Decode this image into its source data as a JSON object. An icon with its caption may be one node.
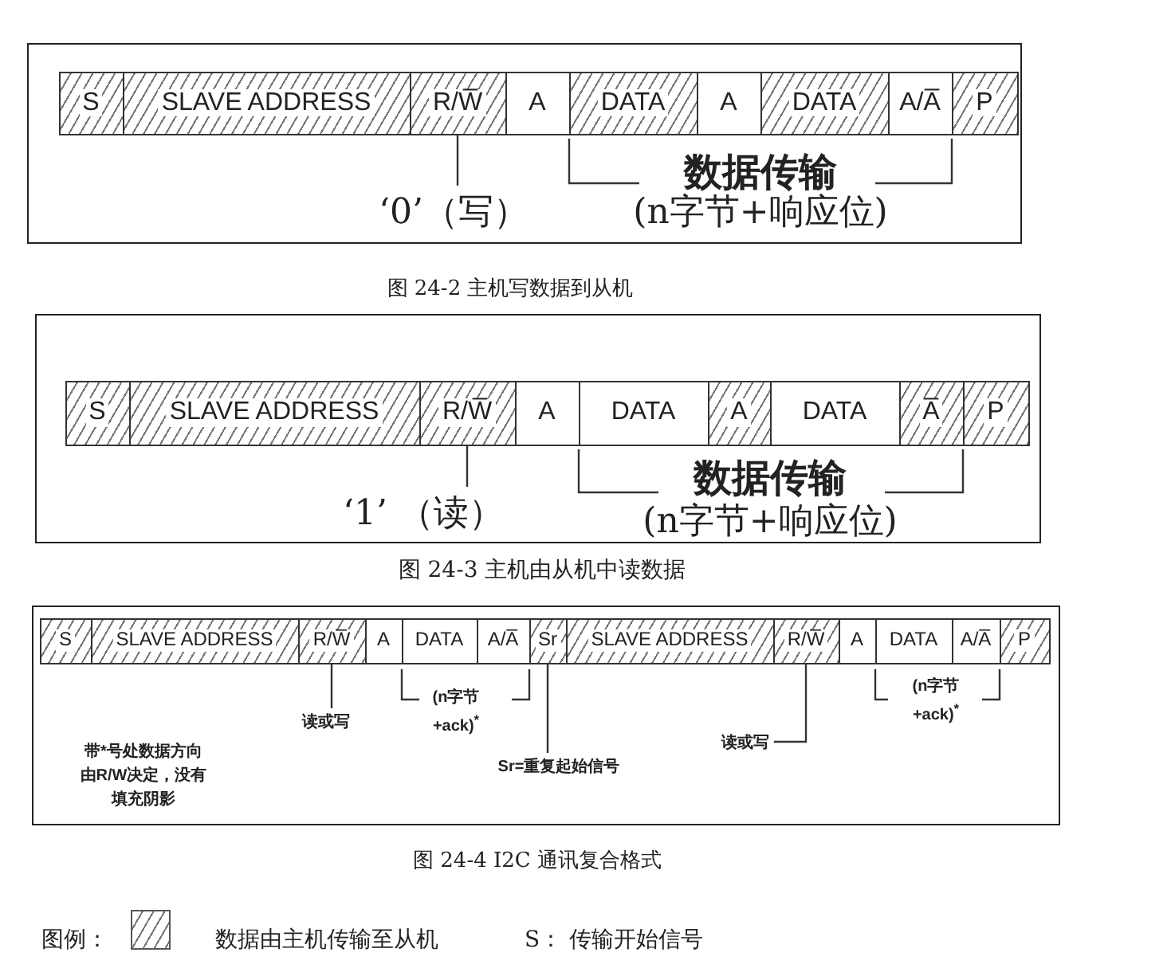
{
  "diagram": {
    "nodes": [
      {
        "text": [],
        "shape": "box"
      },
      {
        "text": [
          "S"
        ],
        "in": 0
      },
      {
        "text": [
          "SLAVE ADDRESS"
        ],
        "in": 0
      },
      {
        "text": [
          "R/W̅"
        ],
        "in": 0
      },
      {
        "text": [
          "A"
        ],
        "in": 0
      },
      {
        "text": [
          "DATA"
        ],
        "in": 0
      },
      {
        "text": [
          "A"
        ],
        "in": 0
      },
      {
        "text": [
          "DATA"
        ],
        "in": 0
      },
      {
        "text": [
          "A/A̅"
        ],
        "in": 0
      },
      {
        "text": [
          "P"
        ],
        "in": 0
      },
      {
        "text": [
          "‘0’（写）"
        ],
        "in": 0
      },
      {
        "text": [],
        "shape": "box"
      },
      {
        "text": [
          "S"
        ],
        "in": 11
      },
      {
        "text": [
          "SLAVE ADDRESS"
        ],
        "in": 11
      },
      {
        "text": [
          "R/W̅"
        ],
        "in": 11
      },
      {
        "text": [
          "A"
        ],
        "in": 11
      },
      {
        "text": [
          "DATA"
        ],
        "in": 11
      },
      {
        "text": [
          "A"
        ],
        "in": 11
      },
      {
        "text": [
          "DATA"
        ],
        "in": 11
      },
      {
        "text": [
          "A̅"
        ],
        "in": 11
      },
      {
        "text": [
          "P"
        ],
        "in": 11
      },
      {
        "text": [
          "‘1’ （读）"
        ],
        "in": 11
      },
      {
        "text": [],
        "shape": "box"
      },
      {
        "text": [
          "S"
        ],
        "in": 22
      },
      {
        "text": [
          "SLAVE ADDRESS"
        ],
        "in": 22
      },
      {
        "text": [
          "R/W̅"
        ],
        "in": 22
      },
      {
        "text": [
          "A"
        ],
        "in": 22
      },
      {
        "text": [
          "DATA"
        ],
        "in": 22
      },
      {
        "text": [
          "A/A̅"
        ],
        "in": 22
      },
      {
        "text": [
          "Sr"
        ],
        "in": 22
      },
      {
        "text": [
          "SLAVE ADDRESS"
        ],
        "in": 22
      },
      {
        "text": [
          "R/W̅"
        ],
        "in": 22
      },
      {
        "text": [
          "A"
        ],
        "in": 22
      },
      {
        "text": [
          "DATA"
        ],
        "in": 22
      },
      {
        "text": [
          "A/A̅"
        ],
        "in": 22
      },
      {
        "text": [
          "P"
        ],
        "in": 22
      },
      {
        "text": [
          "读或写"
        ],
        "in": 22
      },
      {
        "text": [
          "Sr=重复起始信号"
        ],
        "in": 22
      },
      {
        "text": [
          "读或写"
        ],
        "in": 22
      }
    ],
    "edges": [
      {
        "from": 10,
        "to": 3,
        "arrow": "none"
      },
      {
        "from": 21,
        "to": 14,
        "arrow": "none"
      },
      {
        "from": 36,
        "to": 25,
        "arrow": "none"
      },
      {
        "from": 37,
        "to": 29,
        "arrow": "none"
      },
      {
        "from": 38,
        "to": 31,
        "arrow": "none"
      }
    ],
    "labels": [
      "数据传输",
      "(n字节+响应位)",
      "图 24-2 主机写数据到从机",
      "数据传输",
      "(n字节+响应位)",
      "图 24-3 主机由从机中读数据",
      "(n字节+ack)$^{*}$",
      "(n字节+ack)$^{*}$",
      "带*号处数据方向由R/W决定，没有填充阴影",
      "图 24-4 I2C 通讯复合格式",
      "图例：",
      "S： 传输开始信号"
    ],
    "legend": [
      {
        "text": "数据由主机传输至从机"
      }
    ]
  }
}
